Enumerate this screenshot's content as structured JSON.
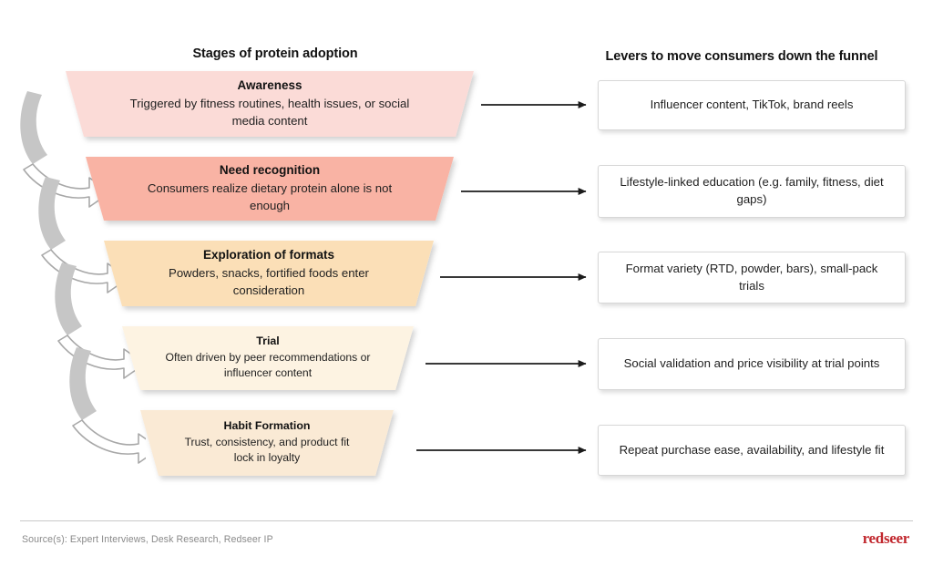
{
  "headings": {
    "stages": "Stages of protein adoption",
    "levers": "Levers to move consumers down the funnel"
  },
  "funnel": {
    "stages": [
      {
        "title": "Awareness",
        "description": "Triggered by fitness routines, health issues, or social media content",
        "color": "#FBDBD7"
      },
      {
        "title": "Need recognition",
        "description": "Consumers realize dietary protein alone is not enough",
        "color": "#F9B3A4"
      },
      {
        "title": "Exploration of formats",
        "description": "Powders, snacks, fortified foods enter consideration",
        "color": "#FBDFB7"
      },
      {
        "title": "Trial",
        "description": "Often driven by peer recommendations or influencer content",
        "color": "#FDF3E2"
      },
      {
        "title": "Habit Formation",
        "description": "Trust, consistency, and product fit lock in loyalty",
        "color": "#FAEAD5"
      }
    ]
  },
  "levers": {
    "items": [
      "Influencer content, TikTok, brand reels",
      "Lifestyle-linked education (e.g. family, fitness, diet gaps)",
      "Format variety (RTD, powder, bars), small-pack trials",
      "Social validation and price visibility at trial points",
      "Repeat purchase ease, availability, and lifestyle fit"
    ]
  },
  "icons": {
    "loop_arrow": "curved-loop-arrow-icon",
    "connector_arrow": "right-arrow-icon"
  },
  "footer": {
    "source": "Source(s): Expert Interviews, Desk Research, Redseer IP",
    "brand": "redseer"
  }
}
